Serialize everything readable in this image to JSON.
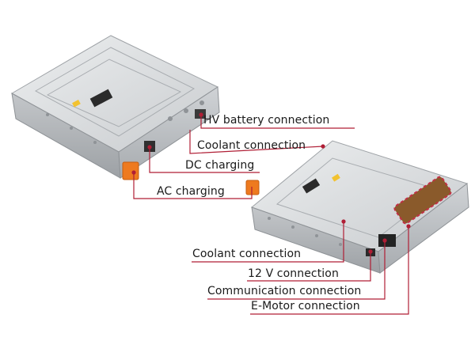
{
  "labels": {
    "hv_battery": "HV battery connection",
    "coolant_top": "Coolant connection",
    "dc_charging": "DC charging",
    "ac_charging": "AC charging",
    "coolant_bottom": "Coolant connection",
    "v12": "12 V connection",
    "communication": "Communication connection",
    "emotor": "E-Motor connection"
  },
  "colors": {
    "background": "#ffffff",
    "leader_line": "#b01e35",
    "housing": "#cfd2d4",
    "connector_orange": "#ee7a1f"
  }
}
